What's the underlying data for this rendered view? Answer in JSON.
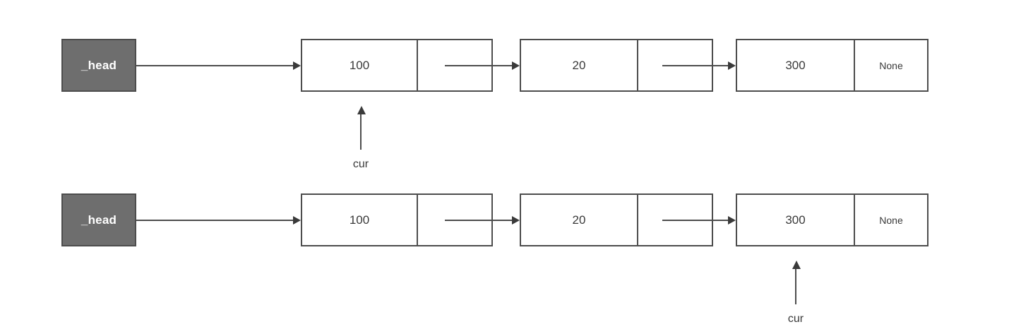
{
  "diagram": {
    "title": "singly-linked-list-traversal",
    "colors": {
      "head_fill": "#6e6e6e",
      "head_border": "#4d4d4d",
      "node_border": "#4d4d4d",
      "node_fill": "#ffffff",
      "text": "#3a3a3a",
      "head_text": "#ffffff",
      "connector": "#4d4d4d",
      "background": "#ffffff"
    },
    "rows": [
      {
        "id": "row-1",
        "head": {
          "label": "_head"
        },
        "nodes": [
          {
            "data": "100",
            "next": ""
          },
          {
            "data": "20",
            "next": ""
          },
          {
            "data": "300",
            "next": "None"
          }
        ],
        "pointer": {
          "label": "cur",
          "target_node_index": 0
        }
      },
      {
        "id": "row-2",
        "head": {
          "label": "_head"
        },
        "nodes": [
          {
            "data": "100",
            "next": ""
          },
          {
            "data": "20",
            "next": ""
          },
          {
            "data": "300",
            "next": "None"
          }
        ],
        "pointer": {
          "label": "cur",
          "target_node_index": 2
        }
      }
    ]
  }
}
